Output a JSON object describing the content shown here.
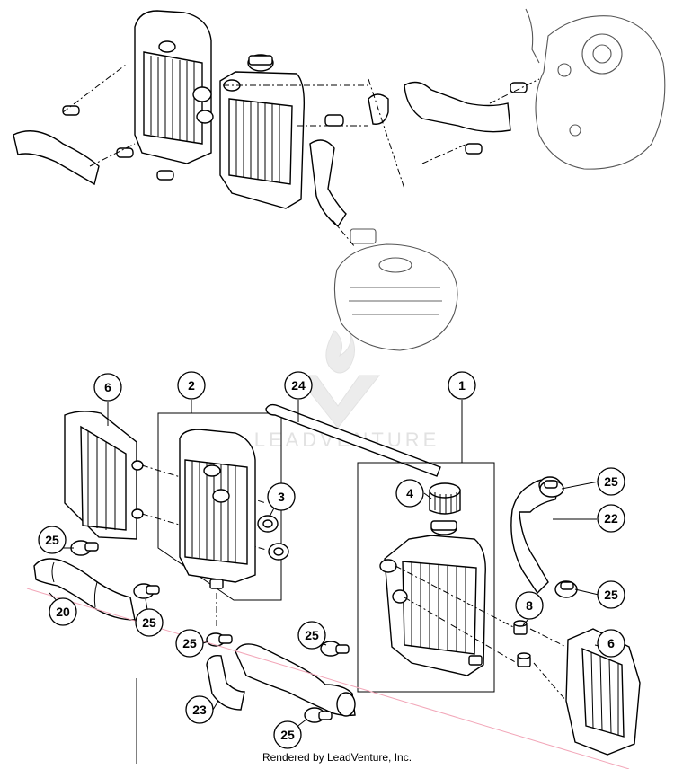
{
  "diagram": {
    "footer": "Rendered by LeadVenture, Inc.",
    "watermark": "LEADVENTURE",
    "callouts": [
      {
        "id": "c1",
        "number": "1"
      },
      {
        "id": "c2",
        "number": "2"
      },
      {
        "id": "c3",
        "number": "3"
      },
      {
        "id": "c4",
        "number": "4"
      },
      {
        "id": "c6a",
        "number": "6"
      },
      {
        "id": "c6b",
        "number": "6"
      },
      {
        "id": "c8",
        "number": "8"
      },
      {
        "id": "c20",
        "number": "20"
      },
      {
        "id": "c22",
        "number": "22"
      },
      {
        "id": "c23",
        "number": "23"
      },
      {
        "id": "c24",
        "number": "24"
      },
      {
        "id": "c25a",
        "number": "25"
      },
      {
        "id": "c25b",
        "number": "25"
      },
      {
        "id": "c25c",
        "number": "25"
      },
      {
        "id": "c25d",
        "number": "25"
      },
      {
        "id": "c25e",
        "number": "25"
      },
      {
        "id": "c25f",
        "number": "25"
      },
      {
        "id": "c25g",
        "number": "25"
      }
    ]
  }
}
